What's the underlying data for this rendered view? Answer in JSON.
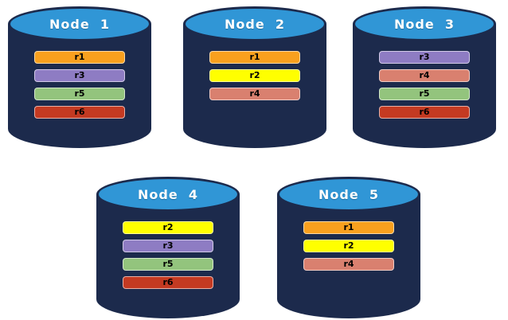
{
  "background_color": "#ffffff",
  "cylinder": {
    "body_color": "#1C2A4C",
    "top_color": "#3096D6",
    "outline_color": "#1C2A4C"
  },
  "replica_palette": {
    "r1": "#F9A01E",
    "r2": "#FFFF00",
    "r3": "#8E7CC3",
    "r4": "#D9806F",
    "r5": "#93C47D",
    "r6": "#C43A22"
  },
  "nodes": [
    {
      "label": "Node  1",
      "replicas": [
        {
          "id": "r1",
          "color": "#F9A01E"
        },
        {
          "id": "r3",
          "color": "#8E7CC3"
        },
        {
          "id": "r5",
          "color": "#93C47D"
        },
        {
          "id": "r6",
          "color": "#C43A22"
        }
      ]
    },
    {
      "label": "Node  2",
      "replicas": [
        {
          "id": "r1",
          "color": "#F9A01E"
        },
        {
          "id": "r2",
          "color": "#FFFF00"
        },
        {
          "id": "r4",
          "color": "#D9806F"
        }
      ]
    },
    {
      "label": "Node  3",
      "replicas": [
        {
          "id": "r3",
          "color": "#8E7CC3"
        },
        {
          "id": "r4",
          "color": "#D9806F"
        },
        {
          "id": "r5",
          "color": "#93C47D"
        },
        {
          "id": "r6",
          "color": "#C43A22"
        }
      ]
    },
    {
      "label": "Node  4",
      "replicas": [
        {
          "id": "r2",
          "color": "#FFFF00"
        },
        {
          "id": "r3",
          "color": "#8E7CC3"
        },
        {
          "id": "r5",
          "color": "#93C47D"
        },
        {
          "id": "r6",
          "color": "#C43A22"
        }
      ]
    },
    {
      "label": "Node  5",
      "replicas": [
        {
          "id": "r1",
          "color": "#F9A01E"
        },
        {
          "id": "r2",
          "color": "#FFFF00"
        },
        {
          "id": "r4",
          "color": "#D9806F"
        }
      ]
    }
  ]
}
